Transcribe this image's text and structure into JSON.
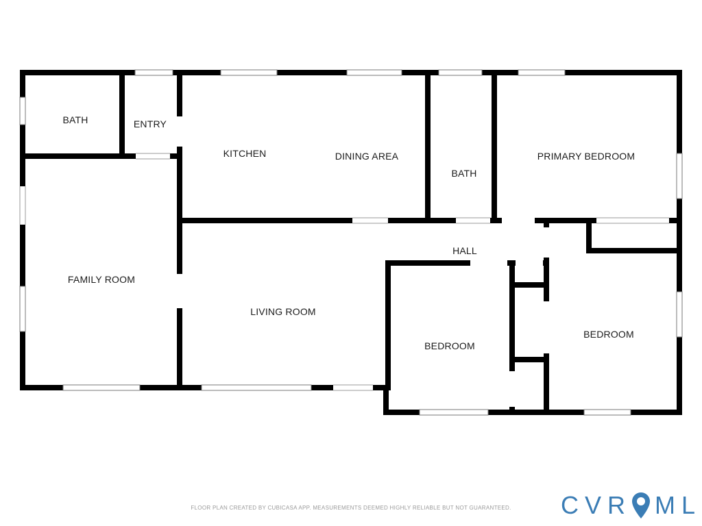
{
  "rooms": {
    "bath_1": "BATH",
    "entry": "ENTRY",
    "kitchen": "KITCHEN",
    "dining_area": "DINING AREA",
    "bath_2": "BATH",
    "primary_bedroom": "PRIMARY BEDROOM",
    "hall": "HALL",
    "family_room": "FAMILY ROOM",
    "living_room": "LIVING ROOM",
    "bedroom_1": "BEDROOM",
    "bedroom_2": "BEDROOM"
  },
  "footer": {
    "note": "FLOOR PLAN CREATED BY CUBICASA APP. MEASUREMENTS DEEMED HIGHLY RELIABLE BUT NOT GUARANTEED."
  },
  "logo": {
    "left_text": "CVR",
    "right_text": "MLS",
    "pin_icon": "map-pin-icon",
    "color": "#3b7db5"
  },
  "colors": {
    "wall": "#000000",
    "window": "#ffffff"
  }
}
